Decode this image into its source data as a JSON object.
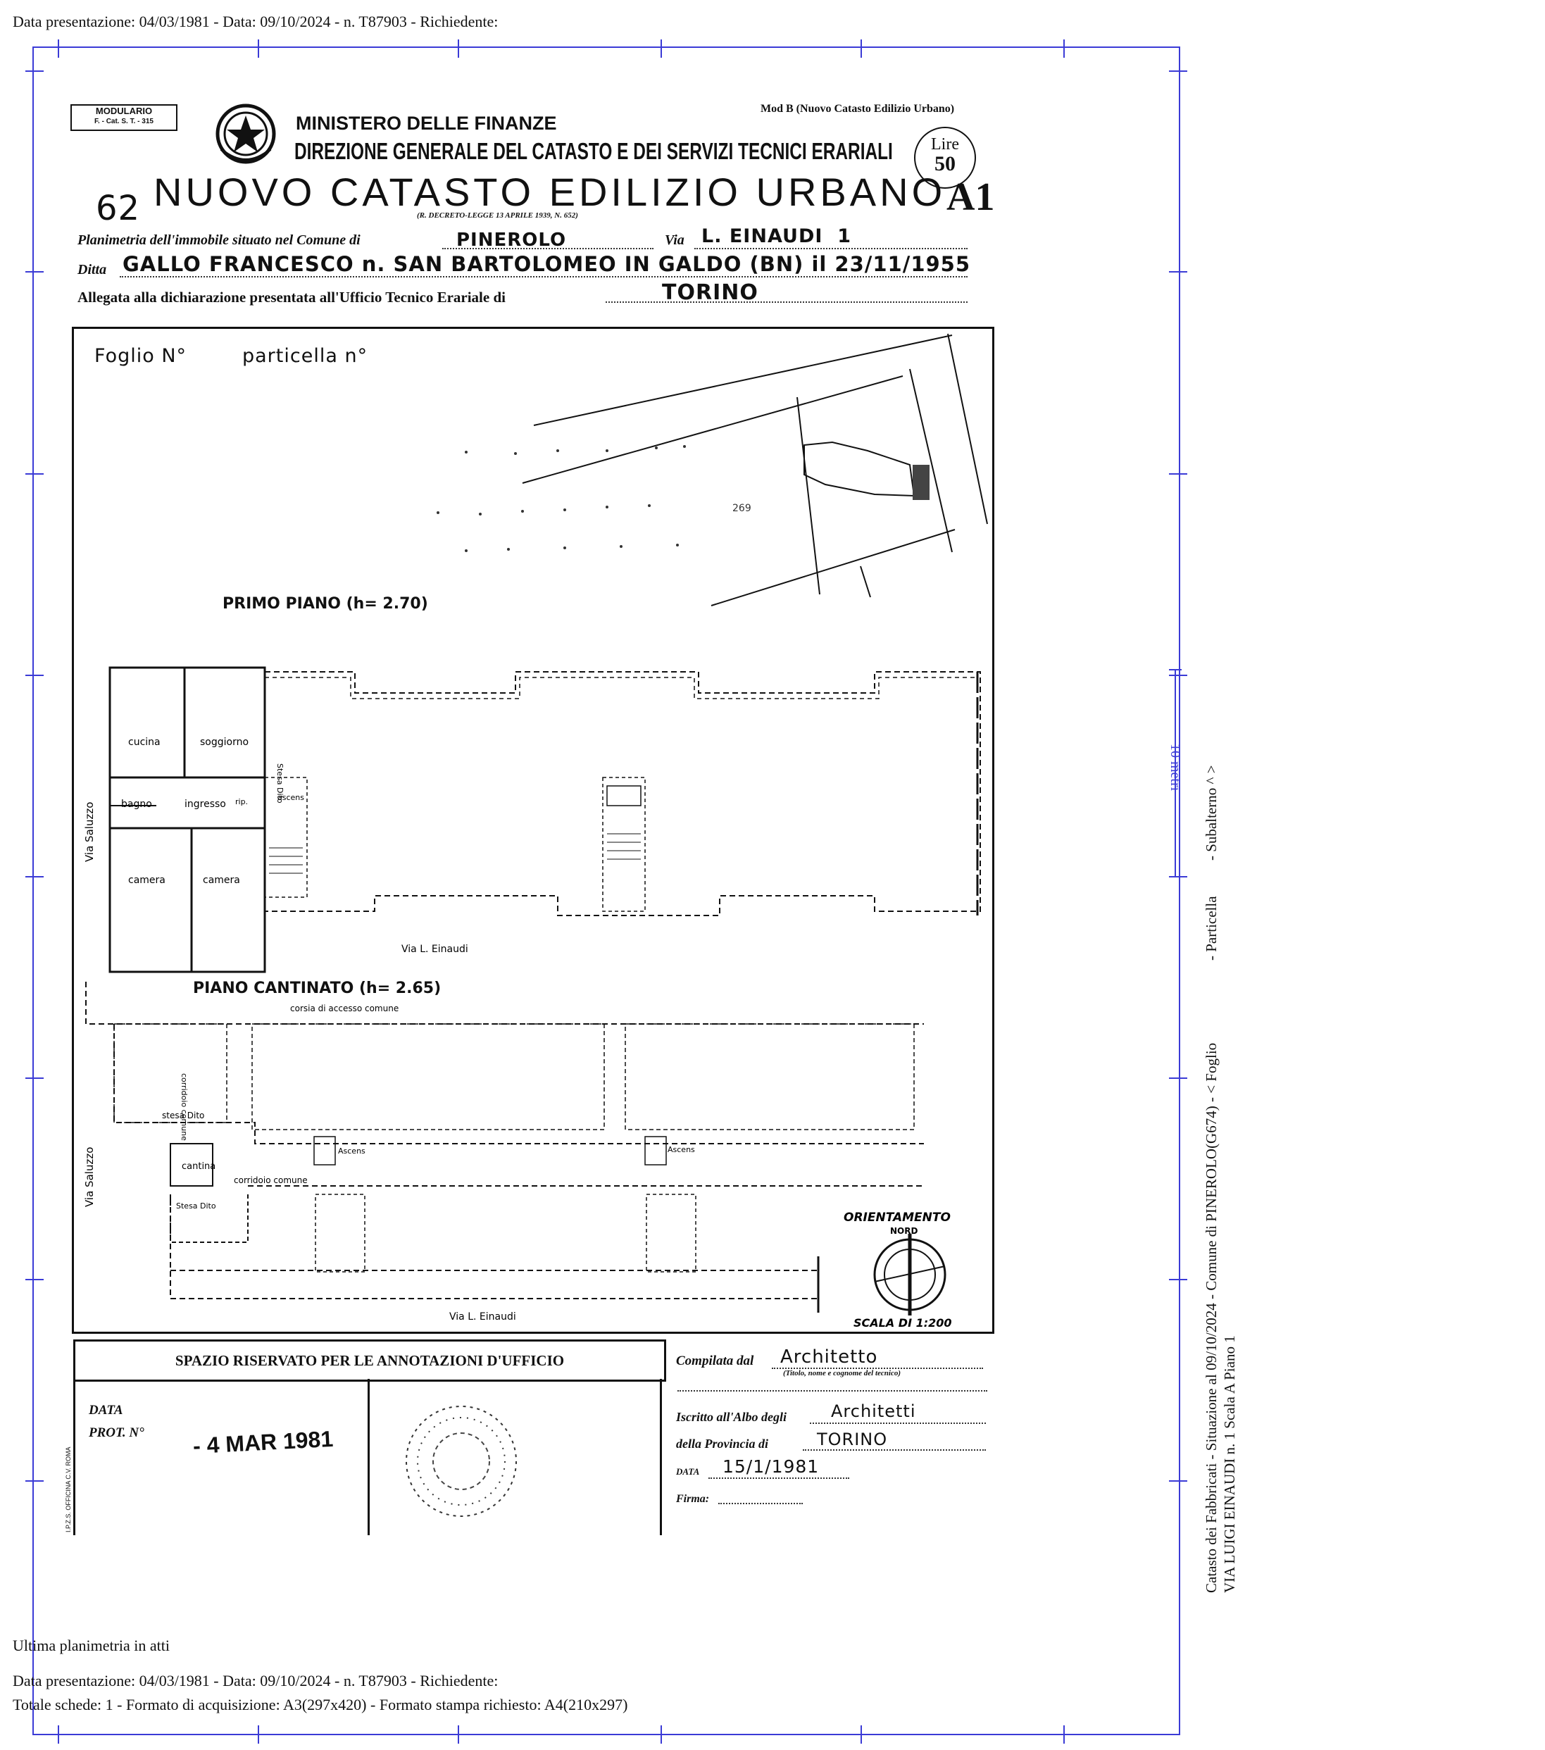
{
  "header": {
    "top_line": "Data presentazione: 04/03/1981 - Data: 09/10/2024 - n. T87903 - Richiedente:"
  },
  "form": {
    "modulario_line1": "MODULARIO",
    "modulario_line2": "F. - Cat. S. T. - 315",
    "mod_b": "Mod B (Nuovo Catasto Edilizio Urbano)",
    "ministry": "MINISTERO DELLE FINANZE",
    "direction": "DIREZIONE GENERALE DEL CATASTO E DEI SERVIZI TECNICI ERARIALI",
    "lire_label": "Lire",
    "lire_value": "50",
    "title": "NUOVO CATASTO EDILIZIO URBANO",
    "category": "A1",
    "decree": "(R. DECRETO-LEGGE 13 APRILE 1939, N. 652)",
    "handwritten_number": "62",
    "planimetria_label": "Planimetria dell'immobile situato nel Comune di",
    "comune_value": "PINEROLO",
    "via_label": "Via",
    "via_value": "L. EINAUDI  1",
    "ditta_label": "Ditta",
    "ditta_value": "GALLO FRANCESCO n. SAN BARTOLOMEO IN GALDO (BN) il 23/11/1955",
    "allegata_label": "Allegata alla dichiarazione presentata all'Ufficio Tecnico Erariale di",
    "ufficio_value": "TORINO"
  },
  "drawing": {
    "foglio_label": "Foglio N°",
    "particella_label": "particella n°",
    "map_number": "269",
    "primo_piano": "PRIMO PIANO  (h= 2.70)",
    "room_cucina": "cucina",
    "room_soggiorno": "soggiorno",
    "room_bagno": "bagno",
    "room_ingresso": "ingresso",
    "room_camera1": "camera",
    "room_camera2": "camera",
    "rip": "rip.",
    "stesa_dito": "Stesa Dito",
    "ascens": "ascens",
    "via_saluzzo": "Via Saluzzo",
    "via_einaudi": "Via   L. Einaudi",
    "piano_cantinato": "PIANO CANTINATO  (h= 2.65)",
    "corsia": "corsia di accesso comune",
    "corridoio_comune": "corridoio comune",
    "stesa_dito_2": "stesa Dito",
    "cantina": "cantina",
    "stesa_dito_3": "Stesa Dito",
    "ascens_2": "Ascens",
    "ascens_3": "Ascens",
    "via_saluzzo_2": "Via Saluzzo",
    "via_einaudi_2": "Via   L. Einaudi",
    "orientamento": "ORIENTAMENTO",
    "nord": "NORD",
    "scala": "SCALA DI 1:200"
  },
  "office": {
    "spazio": "SPAZIO RISERVATO PER LE ANNOTAZIONI D'UFFICIO",
    "data_label": "DATA",
    "prot_label": "PROT. N°",
    "stamp_date": "- 4 MAR 1981",
    "printer_mark": "I.P.Z.S. OFFICINA C.V. ROMA",
    "compilata_label": "Compilata dal",
    "compilata_value": "Architetto",
    "compilata_note": "(Titolo, nome e cognome del tecnico)",
    "iscritto_label": "Iscritto all'Albo degli",
    "iscritto_value": "Architetti",
    "provincia_label": "della Provincia di",
    "provincia_value": "TORINO",
    "data2_label": "DATA",
    "data2_value": "15/1/1981",
    "firma_label": "Firma:"
  },
  "side": {
    "scale_label": "10 metri",
    "subalterno": "- Subalterno ^ >",
    "particella": "- Particella",
    "vertical_line1": "Catasto dei Fabbricati - Situazione al 09/10/2024 - Comune di PINEROLO(G674) - < Foglio",
    "vertical_line2": "VIA LUIGI EINAUDI n. 1  Scala A Piano 1"
  },
  "footer": {
    "ultima": "Ultima planimetria in atti",
    "line1": "Data presentazione: 04/03/1981 - Data: 09/10/2024 - n. T87903 - Richiedente:",
    "line2": "Totale schede: 1 - Formato di acquisizione: A3(297x420)  - Formato stampa richiesto: A4(210x297)"
  },
  "colors": {
    "frame": "#3b3bd6",
    "ink": "#111111"
  }
}
